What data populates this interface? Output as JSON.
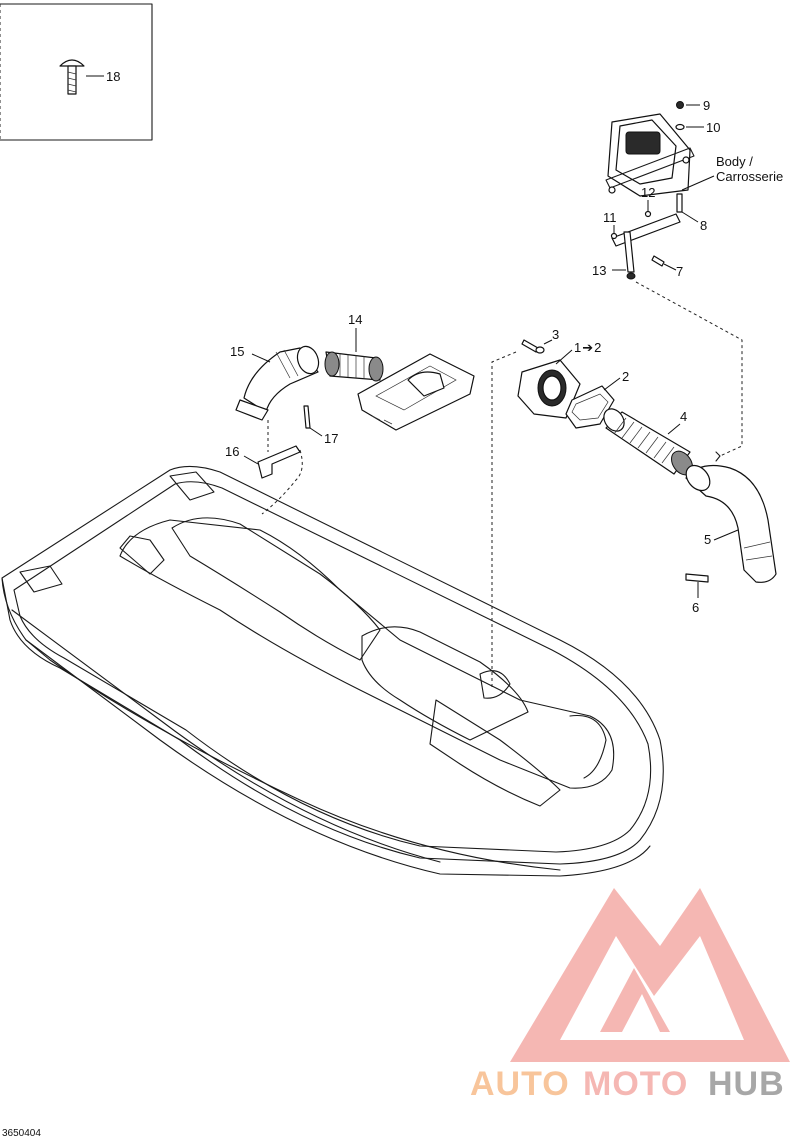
{
  "diagram_id": "3650404",
  "body_label_en": "Body /",
  "body_label_fr": "Carrosserie",
  "detail_callout": "18",
  "callouts": {
    "c1": "1",
    "c1_arrow": "➔",
    "c1_to": "2",
    "c2": "2",
    "c3": "3",
    "c4": "4",
    "c5": "5",
    "c6": "6",
    "c7": "7",
    "c8": "8",
    "c9": "9",
    "c10": "10",
    "c11": "11",
    "c12": "12",
    "c13": "13",
    "c14": "14",
    "c15": "15",
    "c16": "16",
    "c17": "17"
  },
  "watermark": {
    "part1": "AUTO",
    "part2": "MOTO",
    "part3": "HUB",
    "color_primary": "#f2a09a",
    "color_secondary": "#f6b27a",
    "color_dark": "#7a7a7a"
  }
}
